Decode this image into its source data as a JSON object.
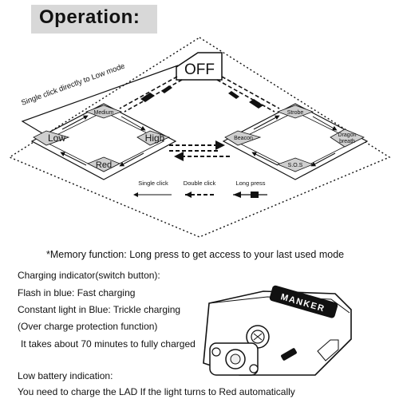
{
  "title": "Operation:",
  "diagram": {
    "off_label": "OFF",
    "single_click_note": "Single click directly to Low mode",
    "left_modes": {
      "medium": "Medium",
      "low": "Low",
      "high": "High",
      "red": "Red"
    },
    "right_modes": {
      "strobe": "Strobe",
      "beacon": "Beacon",
      "dragon_breath_line1": "Dragon",
      "dragon_breath_line2": "breath",
      "sos": "S.O.S"
    },
    "legend": {
      "single_click": "Single click",
      "double_click": "Double click",
      "long_press": "Long press"
    }
  },
  "memory_function": "*Memory function: Long press to get access to your last used mode",
  "charging": {
    "heading": "Charging indicator(switch button):",
    "flash": "Flash in blue: Fast charging",
    "constant": "Constant light in Blue: Trickle charging",
    "protection": "(Over charge protection function)",
    "duration": "It takes about 70 minutes to fully charged"
  },
  "low_battery": {
    "heading": "Low battery indication:",
    "message": "You need to charge the LAD If the light turns to Red automatically"
  },
  "device": {
    "brand": "MANKER"
  },
  "colors": {
    "title_bg": "#d8d8d8",
    "diamond_fill": "#cfcfcf"
  }
}
